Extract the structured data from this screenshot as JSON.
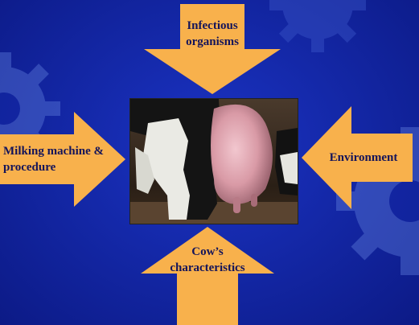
{
  "arrows": {
    "top": "Infectious organisms",
    "left": "Milking machine & procedure",
    "right": "Environment",
    "bottom": "Cow’s characteristics"
  },
  "colors": {
    "background": "#1428a8",
    "arrow_fill": "#f8b14c",
    "label_text": "#14145a"
  },
  "photo": {
    "subject": "udder-photo"
  }
}
